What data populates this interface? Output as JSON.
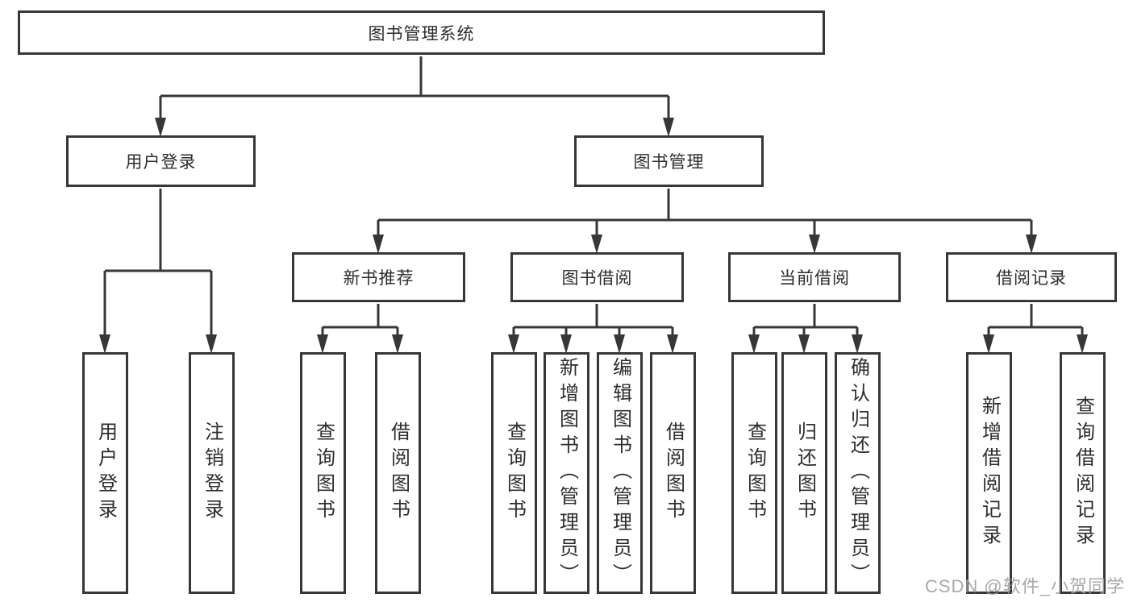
{
  "diagram": {
    "tree": {
      "label": "图书管理系统",
      "children": [
        {
          "label": "用户登录",
          "children": [
            {
              "label": "用户登录"
            },
            {
              "label": "注销登录"
            }
          ]
        },
        {
          "label": "图书管理",
          "children": [
            {
              "label": "新书推荐",
              "children": [
                {
                  "label": "查询图书"
                },
                {
                  "label": "借阅图书"
                }
              ]
            },
            {
              "label": "图书借阅",
              "children": [
                {
                  "label": "查询图书"
                },
                {
                  "label": "新增图书（管理员）"
                },
                {
                  "label": "编辑图书（管理员）"
                },
                {
                  "label": "借阅图书"
                }
              ]
            },
            {
              "label": "当前借阅",
              "children": [
                {
                  "label": "查询图书"
                },
                {
                  "label": "归还图书"
                },
                {
                  "label": "确认归还（管理员）"
                }
              ]
            },
            {
              "label": "借阅记录",
              "children": [
                {
                  "label": "新增借阅记录"
                },
                {
                  "label": "查询借阅记录"
                }
              ]
            }
          ]
        }
      ]
    },
    "colors": {
      "line": "#373737",
      "text": "#2d2d2d",
      "background": "#ffffff"
    }
  },
  "watermark": {
    "text": "CSDN @软件_小贺同学",
    "color": "#a0a0a0"
  }
}
